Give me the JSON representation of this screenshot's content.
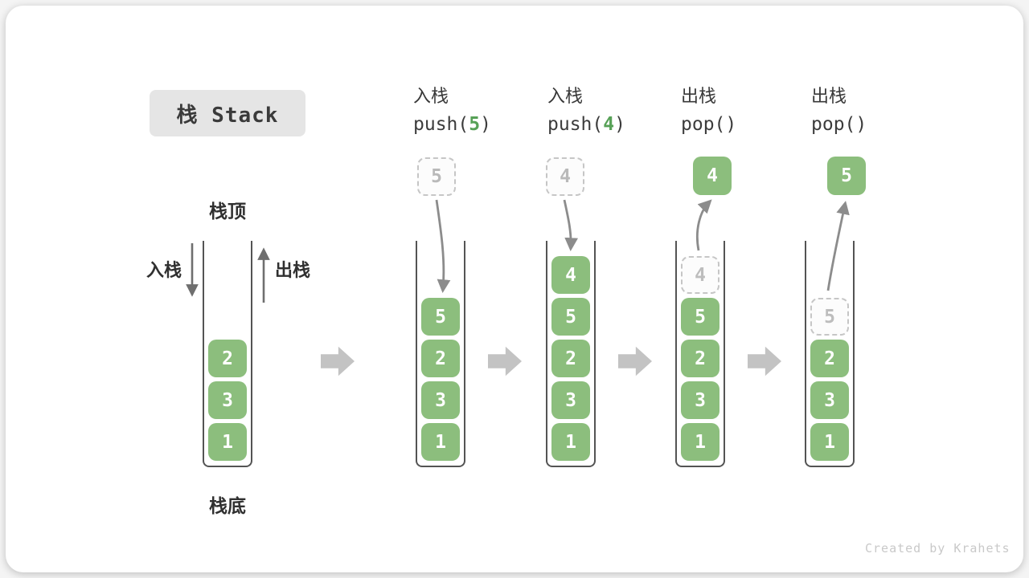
{
  "title": "栈 Stack",
  "diagram_labels": {
    "stack_top": "栈顶",
    "stack_bottom": "栈底",
    "push_side": "入栈",
    "pop_side": "出栈"
  },
  "operations": [
    {
      "name": "入栈",
      "code_pre": "push(",
      "code_arg": "5",
      "code_post": ")"
    },
    {
      "name": "入栈",
      "code_pre": "push(",
      "code_arg": "4",
      "code_post": ")"
    },
    {
      "name": "出栈",
      "code_pre": "pop()",
      "code_arg": "",
      "code_post": ""
    },
    {
      "name": "出栈",
      "code_pre": "pop()",
      "code_arg": "",
      "code_post": ""
    }
  ],
  "stacks": [
    {
      "state": "initial",
      "cells": [
        {
          "value": "2"
        },
        {
          "value": "3"
        },
        {
          "value": "1"
        }
      ]
    },
    {
      "state": "after push(5)",
      "floating_value": "5",
      "cells": [
        {
          "value": "5"
        },
        {
          "value": "2"
        },
        {
          "value": "3"
        },
        {
          "value": "1"
        }
      ]
    },
    {
      "state": "after push(4)",
      "floating_value": "4",
      "cells": [
        {
          "value": "4"
        },
        {
          "value": "5"
        },
        {
          "value": "2"
        },
        {
          "value": "3"
        },
        {
          "value": "1"
        }
      ]
    },
    {
      "state": "after pop() -> 4",
      "floating_value": "4",
      "cells": [
        {
          "value": "4"
        },
        {
          "value": "5"
        },
        {
          "value": "2"
        },
        {
          "value": "3"
        },
        {
          "value": "1"
        }
      ]
    },
    {
      "state": "after pop() -> 5",
      "floating_value": "5",
      "cells": [
        {
          "value": "5"
        },
        {
          "value": "2"
        },
        {
          "value": "3"
        },
        {
          "value": "1"
        }
      ]
    }
  ],
  "watermark": "Created by Krahets",
  "colors": {
    "box_green": "#8cbe7d",
    "code_arg_green": "#57a157",
    "ghost_border": "#c6c6c6",
    "container_wall": "#545454",
    "flow_arrow": "#c3c3c3",
    "motion_arrow": "#8c8c8c",
    "title_chip_bg": "#e5e5e5",
    "watermark_gray": "#c9c9c9"
  }
}
